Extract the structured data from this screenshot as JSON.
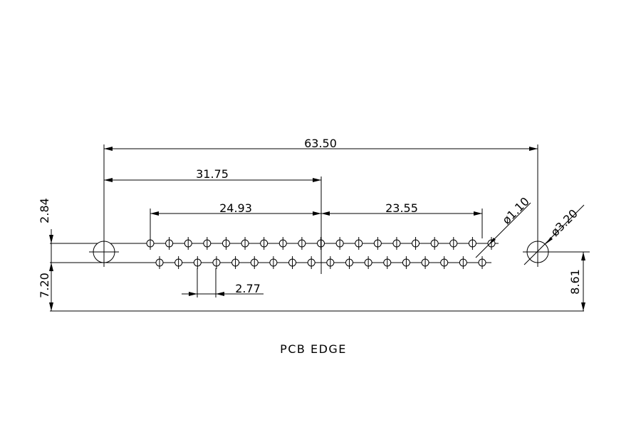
{
  "title": "PCB EDGE",
  "dimensions": {
    "overall_width": "63.50",
    "half_width": "31.75",
    "left_pin_span": "24.93",
    "right_pin_span": "23.55",
    "pin_pitch": "2.77",
    "row_offset": "2.84",
    "left_hole_to_edge": "7.20",
    "right_hole_to_edge": "8.61",
    "pin_diameter": "ø1.10",
    "mount_hole_diameter": "ø3.20"
  },
  "connector": {
    "top_row_pins": 19,
    "bottom_row_pins": 18
  }
}
